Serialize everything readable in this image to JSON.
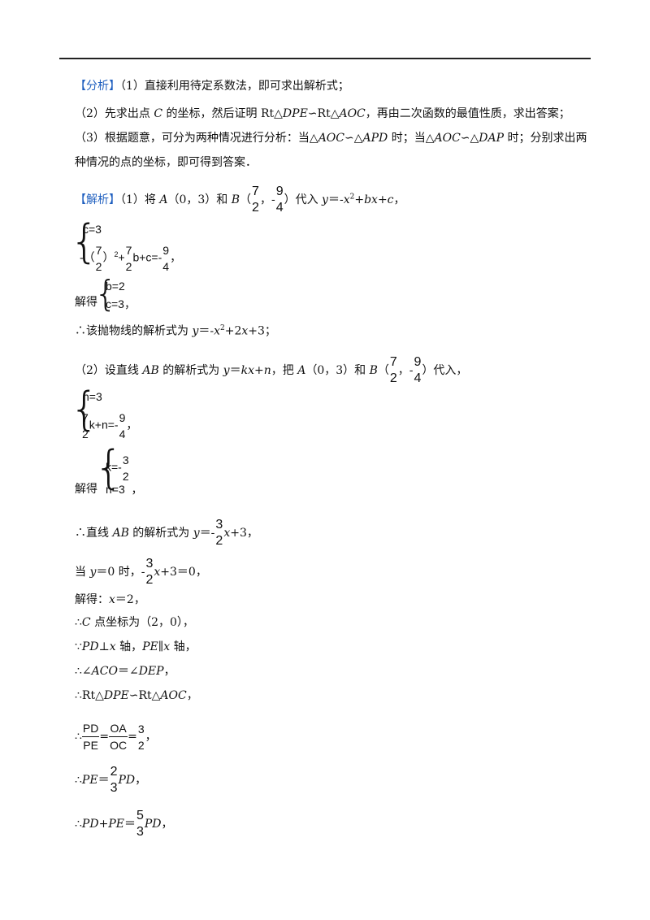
{
  "analysis": {
    "tag": "【分析】",
    "p1": "（1）直接利用待定系数法，即可求出解析式；",
    "p2a": "（2）先求出点 ",
    "p2b": "C",
    "p2c": " 的坐标，然后证明 Rt△",
    "p2d": "DPE",
    "p2e": "∽Rt△",
    "p2f": "AOC",
    "p2g": "，再由二次函数的最值性质，求出答案；",
    "p3a": "（3）根据题意，可分为两种情况进行分析：当△",
    "p3b": "AOC",
    "p3c": "∽△",
    "p3d": "APD",
    "p3e": " 时；当△",
    "p3f": "AOC",
    "p3g": "∽△",
    "p3h": "DAP",
    "p3i": " 时；分别求出两",
    "p4": "种情况的点的坐标，即可得到答案．"
  },
  "solution": {
    "tag": "【解析】",
    "s1a": "（1）将 ",
    "s1b": "A",
    "s1c": "（0，3）和 ",
    "s1d": "B",
    "s1e": "（",
    "s1f_n": "7",
    "s1f_d": "2",
    "s1g": "，-",
    "s1h_n": "9",
    "s1h_d": "4",
    "s1i": "）代入 ",
    "s1j": "y",
    "s1k": "＝-",
    "s1l": "x",
    "s1m": "2",
    "s1n": "+",
    "s1o": "bx",
    "s1p": "+",
    "s1q": "c",
    "s1r": "，",
    "sys1_l1": "c=3",
    "sys1_l2a": "-（",
    "sys1_l2_n1": "7",
    "sys1_l2_d1": "2",
    "sys1_l2b": "）",
    "sys1_l2c": "2",
    "sys1_l2d": "+",
    "sys1_l2_n2": "7",
    "sys1_l2_d2": "2",
    "sys1_l2e": "b+c=-",
    "sys1_l2_n3": "9",
    "sys1_l2_d3": "4",
    "sys1_l2f": "，",
    "solve1": "解得",
    "sol1_l1": "b=2",
    "sol1_l2": "c=3",
    "sol1_end": "，",
    "s2a": "∴该抛物线的解析式为 ",
    "s2b": "y",
    "s2c": "＝-",
    "s2d": "x",
    "s2e": "2",
    "s2f": "+2",
    "s2g": "x",
    "s2h": "+3；",
    "t1a": "（2）设直线 ",
    "t1b": "AB",
    "t1c": " 的解析式为 ",
    "t1d": "y",
    "t1e": "＝",
    "t1f": "kx",
    "t1g": "+",
    "t1h": "n",
    "t1i": "，把 ",
    "t1j": "A",
    "t1k": "（0，3）和 ",
    "t1l": "B",
    "t1m": "（",
    "t1n_n": "7",
    "t1n_d": "2",
    "t1o": "，-",
    "t1p_n": "9",
    "t1p_d": "4",
    "t1q": "）代入，",
    "sys2_l1": "n=3",
    "sys2_l2_n": "7",
    "sys2_l2_d": "2",
    "sys2_l2a": "k+n=-",
    "sys2_l2_n2": "9",
    "sys2_l2_d2": "4",
    "sys2_l2b": "，",
    "solve2": "解得",
    "sol2_l1a": "k=-",
    "sol2_l1_n": "3",
    "sol2_l1_d": "2",
    "sol2_l2": "n=3",
    "sol2_end": "，",
    "t2a": "∴直线 ",
    "t2b": "AB",
    "t2c": " 的解析式为 ",
    "t2d": "y",
    "t2e": "＝-",
    "t2f_n": "3",
    "t2f_d": "2",
    "t2g": "x",
    "t2h": "+3，",
    "t3a": "当 ",
    "t3b": "y",
    "t3c": "＝0 时，-",
    "t3d_n": "3",
    "t3d_d": "2",
    "t3e": "x",
    "t3f": "+3＝0，",
    "t4a": "解得：",
    "t4b": "x",
    "t4c": "＝2，",
    "t5a": "∴",
    "t5b": "C",
    "t5c": " 点坐标为（2，0），",
    "t6a": "∵",
    "t6b": "PD",
    "t6c": "⊥",
    "t6d": "x",
    "t6e": " 轴，",
    "t6f": "PE",
    "t6g": "∥",
    "t6h": "x",
    "t6i": " 轴，",
    "t7a": "∴∠",
    "t7b": "ACO",
    "t7c": "＝∠",
    "t7d": "DEP",
    "t7e": "，",
    "t8a": "∴Rt△",
    "t8b": "DPE",
    "t8c": "∽Rt△",
    "t8d": "AOC",
    "t8e": "，",
    "t9a": "∴",
    "t9_n1": "PD",
    "t9_d1": "PE",
    "t9_eq1": "=",
    "t9_n2": "OA",
    "t9_d2": "OC",
    "t9_eq2": "=",
    "t9_n3": "3",
    "t9_d3": "2",
    "t9e": "，",
    "t10a": "∴",
    "t10b": "PE",
    "t10c": "＝",
    "t10_n": "2",
    "t10_d": "3",
    "t10d": "PD",
    "t10e": "，",
    "t11a": "∴",
    "t11b": "PD",
    "t11c": "+",
    "t11d": "PE",
    "t11e": "＝",
    "t11_n": "5",
    "t11_d": "3",
    "t11f": "PD",
    "t11g": "，"
  }
}
